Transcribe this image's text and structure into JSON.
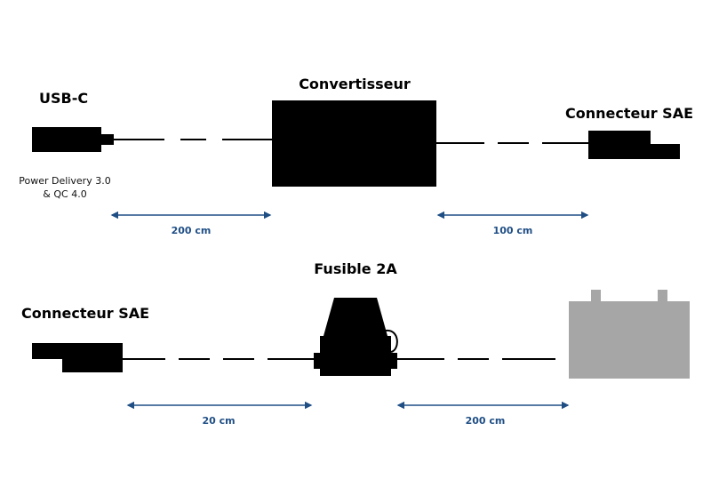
{
  "row1": {
    "usb_label": "USB-C",
    "usb_note_line1": "Power Delivery 3.0",
    "usb_note_line2": "& QC 4.0",
    "converter_label": "Convertisseur",
    "sae_label": "Connecteur SAE",
    "dim_left": "200 cm",
    "dim_right": "100 cm"
  },
  "row2": {
    "sae_label": "Connecteur SAE",
    "fuse_label": "Fusible 2A",
    "dim_left": "20 cm",
    "dim_right": "200 cm"
  },
  "colors": {
    "component": "#000000",
    "battery": "#a6a6a6",
    "dimension": "#1f4e85",
    "cable": "#000000"
  }
}
